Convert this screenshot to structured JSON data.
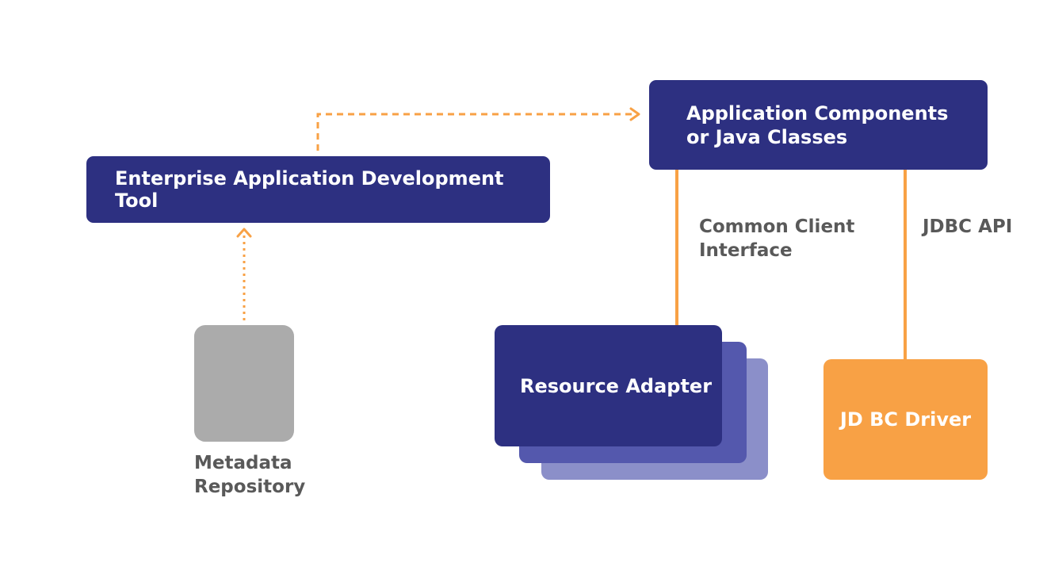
{
  "nodes": {
    "app_components": {
      "line1": "Application Components",
      "line2": "or Java Classes"
    },
    "dev_tool": {
      "label": "Enterprise Application Development Tool"
    },
    "resource_adapter": {
      "label": "Resource Adapter"
    },
    "jdbc_driver": {
      "label": "JD BC Driver"
    },
    "metadata_repository": {
      "line1": "Metadata",
      "line2": "Repository"
    }
  },
  "edge_labels": {
    "common_client_interface": {
      "line1": "Common Client",
      "line2": "Interface"
    },
    "jdbc_api": {
      "label": "JDBC API"
    }
  },
  "colors": {
    "navy": "#2d3081",
    "stack_mid": "#5458ad",
    "stack_light": "#8b8fc9",
    "orange": "#f8a145",
    "gray": "#ababab",
    "label_text": "#595959"
  }
}
